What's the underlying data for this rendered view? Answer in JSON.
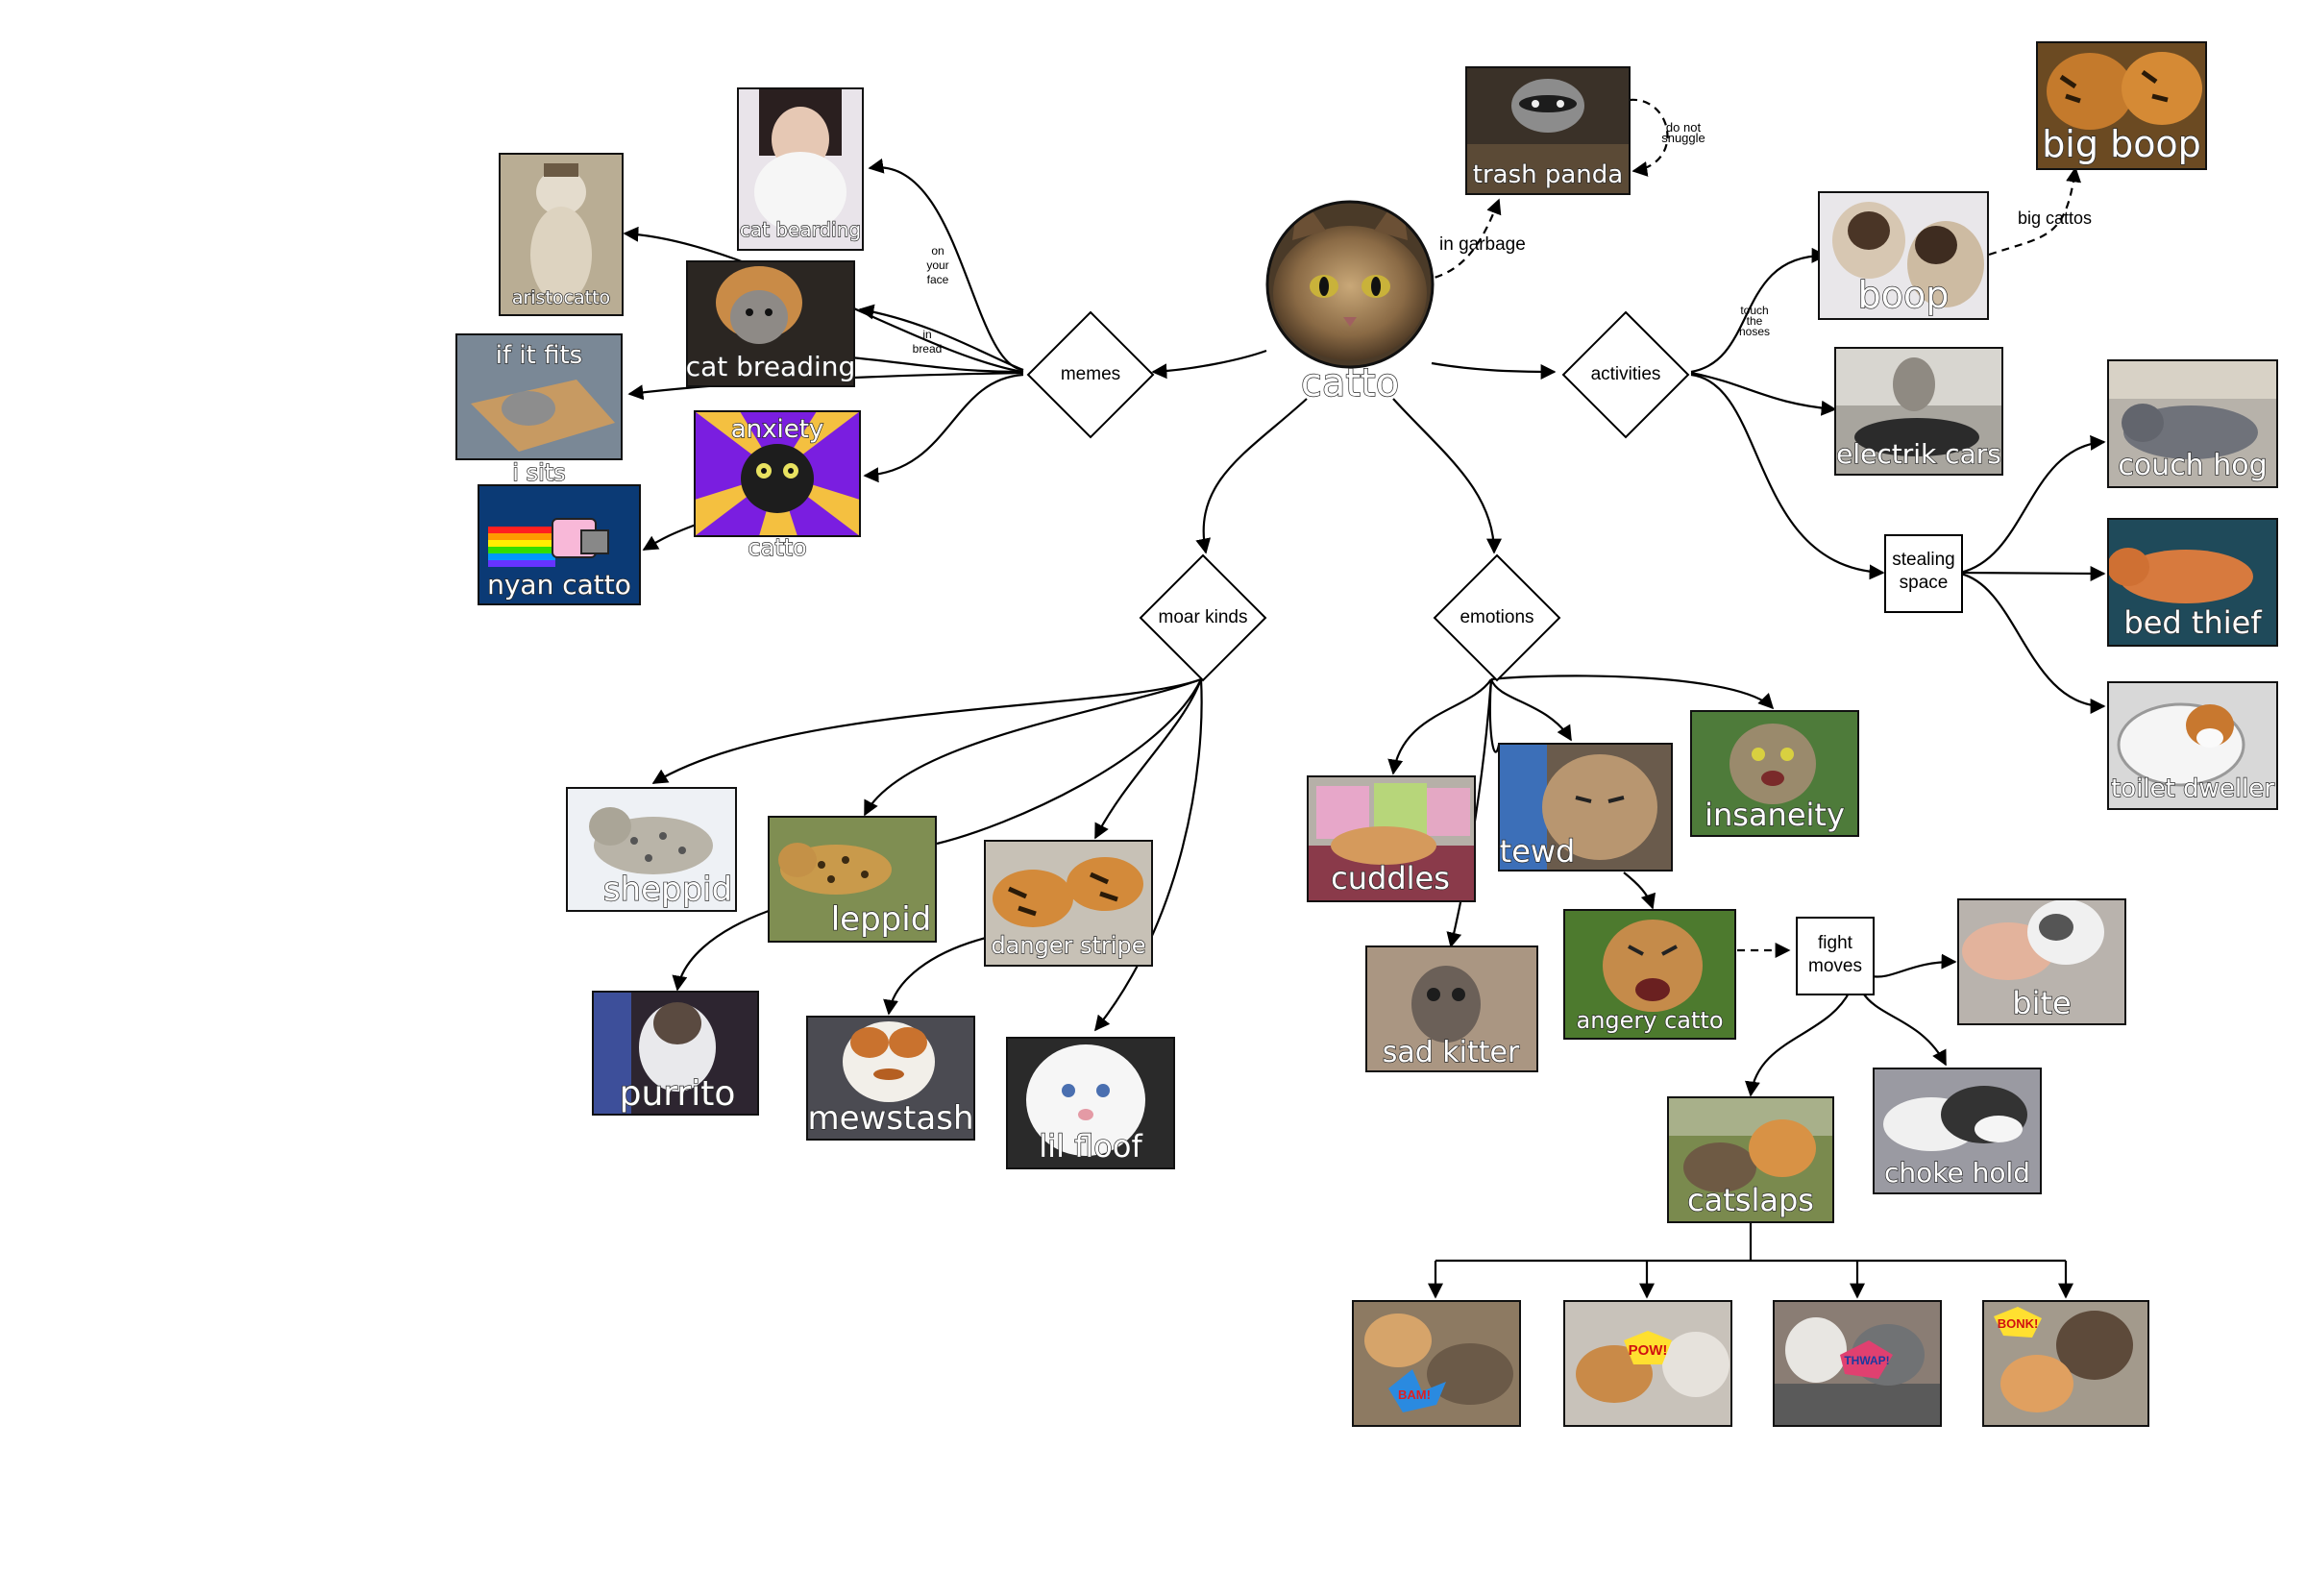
{
  "center": {
    "label": "catto"
  },
  "decisions": {
    "memes": "memes",
    "activities": "activities",
    "moar_kinds": "moar kinds",
    "emotions": "emotions"
  },
  "boxes": {
    "stealing_space": [
      "stealing",
      "space"
    ],
    "fight_moves": [
      "fight",
      "moves"
    ]
  },
  "images": {
    "trash_panda": "trash panda",
    "big_boop": "big boop",
    "boop": "boop",
    "electrik_cars": "electrik cars",
    "couch_hog": "couch hog",
    "bed_thief": "bed thief",
    "toilet_dweller": "toilet dweller",
    "cat_bearding": "cat bearding",
    "aristocatto": "aristocatto",
    "cat_breading": "cat breading",
    "if_it_fits": "if it fits",
    "i_sits": "i sits",
    "anxiety": "anxiety",
    "catto_sub": "catto",
    "nyan_catto": "nyan catto",
    "sheppid": "sheppid",
    "leppid": "leppid",
    "danger_stripe": "danger stripe",
    "purrito": "purrito",
    "mewstash": "mewstash",
    "lil_floof": "lil floof",
    "cuddles": "cuddles",
    "tewd": "tewd",
    "insaneity": "insaneity",
    "sad_kitter": "sad kitter",
    "angery_catto": "angery catto",
    "bite": "bite",
    "choke_hold": "choke hold",
    "catslaps": "catslaps"
  },
  "edge_labels": {
    "in_garbage": "in garbage",
    "do_not_snuggle": [
      "do not",
      "snuggle"
    ],
    "big_cattos": "big cattos",
    "touch_the_noses": [
      "touch",
      "the",
      "noses"
    ],
    "on_your_face": [
      "on",
      "your",
      "face"
    ],
    "in_bread": [
      "in",
      "bread"
    ]
  },
  "comic_words": [
    "BAM!",
    "POW!",
    "THWAP!",
    "BONK!"
  ]
}
